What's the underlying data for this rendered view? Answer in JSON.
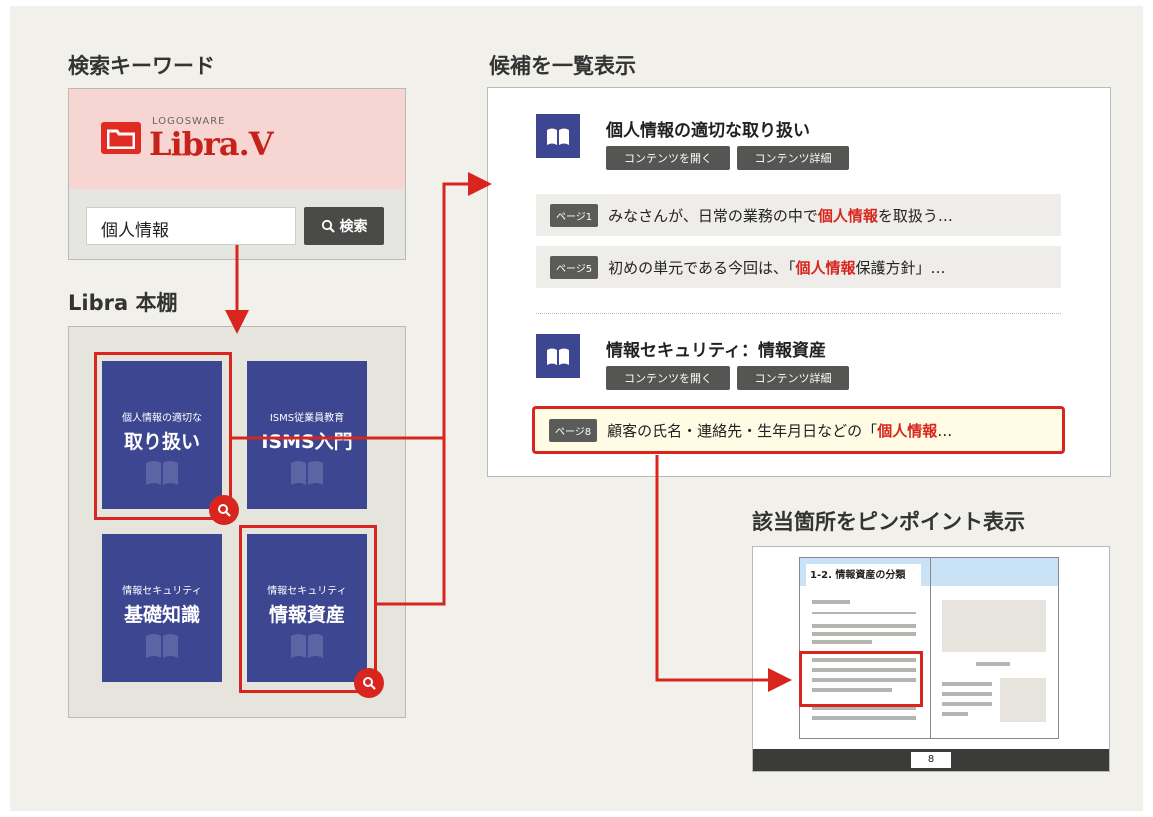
{
  "sections": {
    "search_title": "検索キーワード",
    "shelf_title": "Libra 本棚",
    "candidates_title": "候補を一覧表示",
    "pinpoint_title": "該当箇所をピンポイント表示"
  },
  "logo": {
    "super": "LOGOSWARE",
    "text": "Libra.V"
  },
  "search": {
    "value": "個人情報",
    "button_label": "検索"
  },
  "shelf": {
    "books": [
      {
        "small": "個人情報の適切な",
        "big": "取り扱い"
      },
      {
        "small": "ISMS従業員教育",
        "big": "ISMS入門"
      },
      {
        "small": "情報セキュリティ",
        "big": "基礎知識"
      },
      {
        "small": "情報セキュリティ",
        "big": "情報資産"
      }
    ]
  },
  "results": [
    {
      "title": "個人情報の適切な取り扱い",
      "open_label": "コンテンツを開く",
      "detail_label": "コンテンツ詳細",
      "pages": [
        {
          "badge": "ページ1",
          "pre": "みなさんが、日常の業務の中で",
          "hit": "個人情報",
          "post": "を取扱う…"
        },
        {
          "badge": "ページ5",
          "pre": "初めの単元である今回は、「",
          "hit": "個人情報",
          "post": "保護方針」…"
        }
      ]
    },
    {
      "title": "情報セキュリティ：情報資産",
      "open_label": "コンテンツを開く",
      "detail_label": "コンテンツ詳細",
      "pages": [
        {
          "badge": "ページ8",
          "pre": "顧客の氏名・連絡先・生年月日などの「",
          "hit": "個人情報",
          "post": "…"
        }
      ]
    }
  ],
  "preview": {
    "heading": "1-2. 情報資産の分類",
    "page_number": "8"
  },
  "colors": {
    "accent_red": "#d8261f",
    "book_navy": "#3d4691",
    "search_bg_pink": "#f6d5d2",
    "highlight_yellow": "#fffbe4"
  },
  "icons": [
    "folder-icon",
    "search-icon",
    "book-icon",
    "zoom-icon",
    "arrow-icon"
  ]
}
